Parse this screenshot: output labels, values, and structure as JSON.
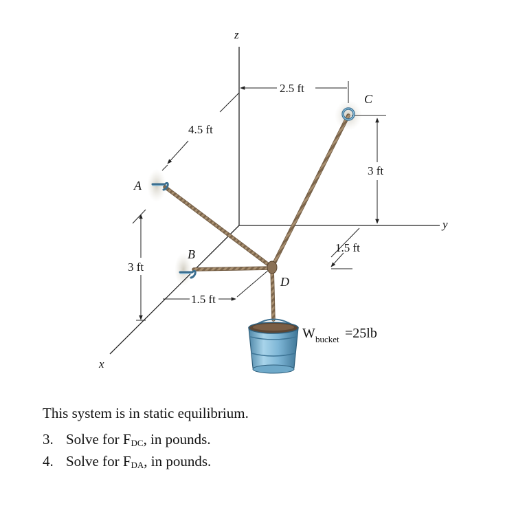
{
  "figure": {
    "axes": {
      "x": "x",
      "y": "y",
      "z": "z"
    },
    "points": {
      "A": "A",
      "B": "B",
      "C": "C",
      "D": "D"
    },
    "dimensions": {
      "dim_2_5": "2.5 ft",
      "dim_4_5": "4.5 ft",
      "dim_3_C": "3 ft",
      "dim_1_5_right": "1.5 ft",
      "dim_3_left": "3 ft",
      "dim_1_5_bottom": "1.5 ft"
    },
    "weight": {
      "symbol": "W",
      "subscript": "bucket",
      "value": "=25lb"
    },
    "colors": {
      "rope": "#9c8366",
      "bucket": "#7fb8d8",
      "hook": "#5a95b8",
      "wall_shadow": "#d8d4c8"
    }
  },
  "statement": "This system is in static equilibrium.",
  "questions": [
    {
      "number": "3.",
      "prefix": "Solve for F",
      "subscript": "DC",
      "suffix": ", in pounds."
    },
    {
      "number": "4.",
      "prefix": "Solve for F",
      "subscript": "DA",
      "suffix": ", in pounds."
    }
  ]
}
